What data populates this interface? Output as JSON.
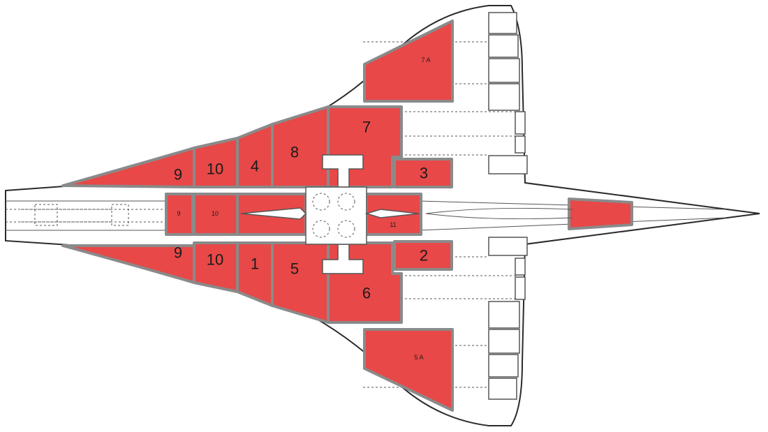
{
  "colors": {
    "tank_fill": "#e84848",
    "tank_border": "#8a8a8a",
    "outline": "#2a2a2a",
    "background": "#ffffff"
  },
  "tanks": {
    "t1": "1",
    "t2": "2",
    "t3": "3",
    "t4": "4",
    "t5": "5",
    "t5a": "5 A",
    "t6": "6",
    "t7": "7",
    "t7a": "7 A",
    "t8": "8",
    "t9_top": "9",
    "t9_bottom": "9",
    "t9_center": "9",
    "t10_top": "10",
    "t10_bottom": "10",
    "t10_center": "10",
    "t11": "11"
  }
}
